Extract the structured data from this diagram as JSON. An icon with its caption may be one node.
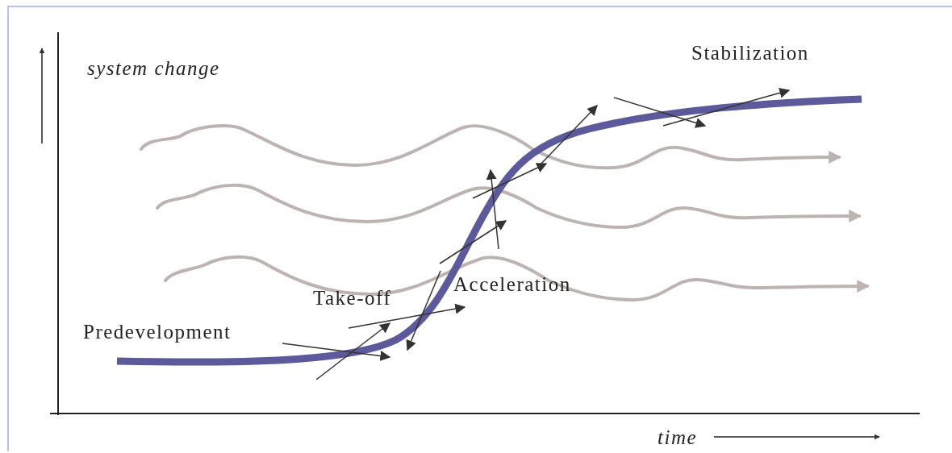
{
  "diagram": {
    "labels": [
      "Stabilization",
      "system change",
      "Acceleration",
      "Take-off",
      "Predevelopment",
      "time"
    ]
  }
}
